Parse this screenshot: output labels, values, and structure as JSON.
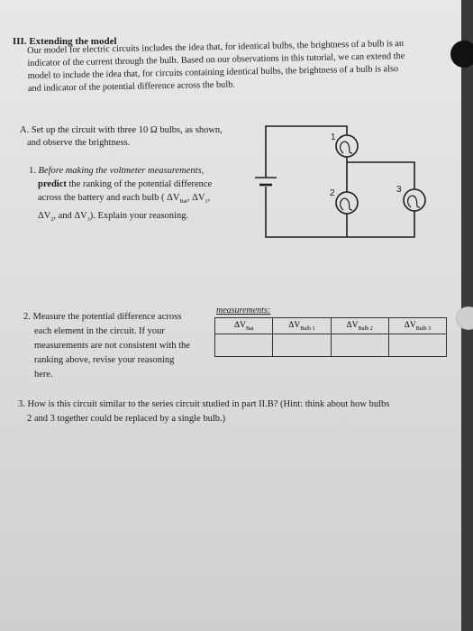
{
  "heading": "III. Extending the model",
  "intro": [
    "Our model for electric circuits includes the idea that, for identical bulbs, the brightness of a bulb is an",
    "indicator of the current through the bulb. Based on our observations in this tutorial, we can extend the",
    "model to include the idea that, for circuits containing identical bulbs, the brightness of a bulb is also",
    "and indicator of the potential difference across the bulb."
  ],
  "partA": {
    "line1": "A. Set up the circuit with three 10 Ω bulbs, as shown,",
    "line2": "and observe the brightness."
  },
  "q1": {
    "num": "1.",
    "italic": "Before making the voltmeter measurements,",
    "bold": "predict",
    "rest1": " the ranking of the potential difference",
    "rest2": "across the battery and each bulb ( ΔV",
    "sub_bat": "Bat",
    "rest3": ", ΔV",
    "s1": "1",
    "rest4": ",",
    "rest5": "ΔV",
    "s2": "2",
    "rest6": ", and ΔV",
    "s3": "3",
    "rest7": "). Explain your reasoning."
  },
  "q2": {
    "lines": [
      "2. Measure the potential difference across",
      "each element in the circuit. If your",
      "measurements are not consistent with the",
      "ranking above, revise your reasoning",
      "here."
    ]
  },
  "measurements": {
    "label": "measurements:",
    "headers": [
      {
        "main": "ΔV",
        "sub": "Bat"
      },
      {
        "main": "ΔV",
        "sub": "Bulb 1"
      },
      {
        "main": "ΔV",
        "sub": "Bulb 2"
      },
      {
        "main": "ΔV",
        "sub": "Bulb 3"
      }
    ]
  },
  "q3": {
    "line1": "3. How is this circuit similar to the series circuit studied in part II.B? (Hint: think about how bulbs",
    "line2": "2 and 3 together could be replaced by a single bulb.)"
  },
  "circuit": {
    "labels": [
      "1",
      "2",
      "3"
    ]
  }
}
